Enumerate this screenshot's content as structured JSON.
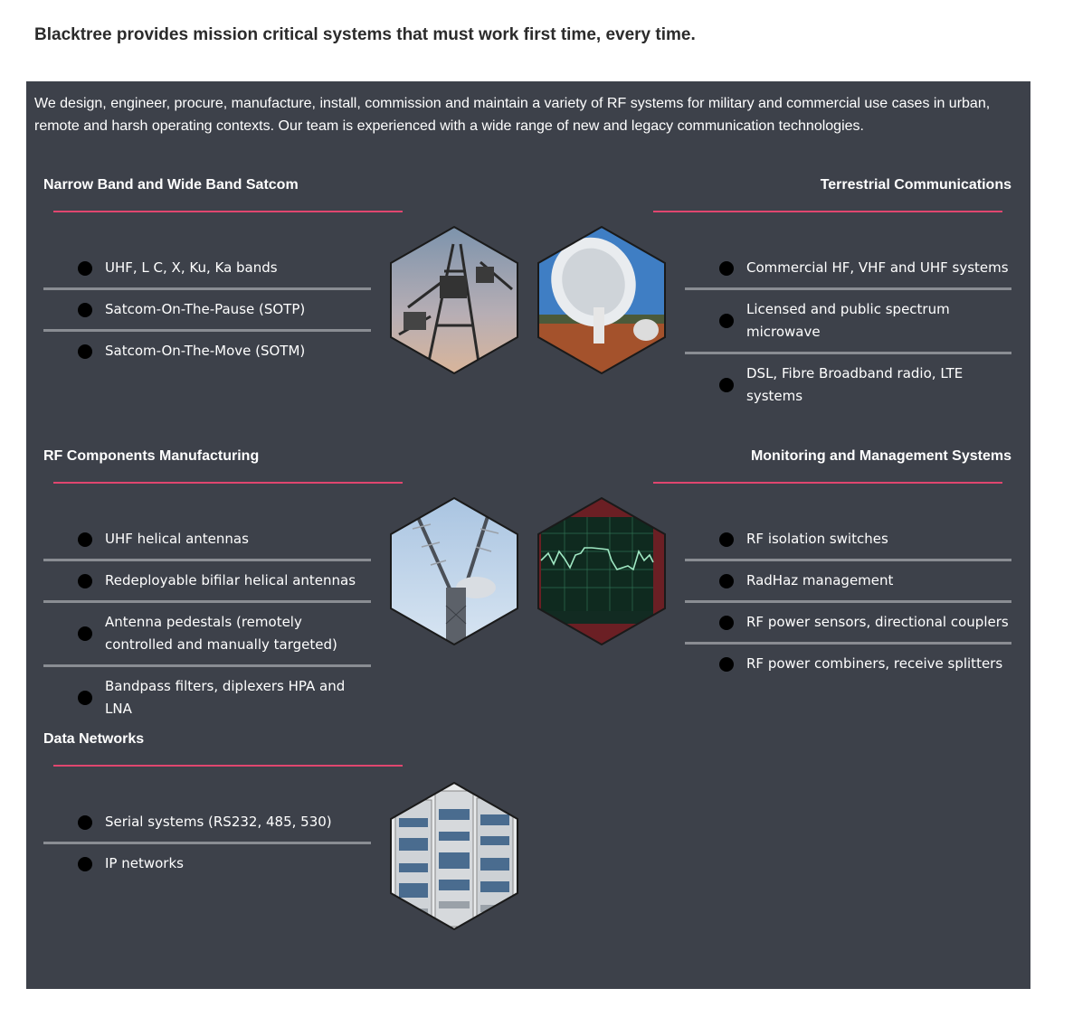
{
  "heading": "Blacktree provides mission critical systems that must work first time, every time.",
  "intro": "We design, engineer, procure, manufacture, install, commission and maintain a variety of RF systems for military and commercial use cases in urban, remote and harsh operating contexts. Our team is experienced with a wide range of new and legacy communication technologies.",
  "colors": {
    "panel": "#3d414a",
    "accent": "#e0466f",
    "divider": "#8a8d93"
  },
  "sections": {
    "satcom": {
      "title": "Narrow Band and Wide Band Satcom",
      "items": [
        "UHF, L C, X, Ku, Ka bands",
        "Satcom-On-The-Pause (SOTP)",
        "Satcom-On-The-Move (SOTM)"
      ],
      "image": "antenna-tower-photo"
    },
    "terrestrial": {
      "title": "Terrestrial Communications",
      "items": [
        "Commercial HF, VHF and UHF systems",
        "Licensed and public spectrum microwave",
        "DSL, Fibre Broadband radio, LTE systems"
      ],
      "image": "satellite-dish-photo"
    },
    "rf": {
      "title": "RF Components Manufacturing",
      "items": [
        "UHF helical antennas",
        "Redeployable bifilar helical antennas",
        "Antenna pedestals (remotely controlled and manually targeted)",
        "Bandpass filters, diplexers HPA and LNA"
      ],
      "image": "helical-antenna-photo"
    },
    "monitoring": {
      "title": "Monitoring and Management Systems",
      "items": [
        "RF isolation switches",
        "RadHaz management",
        "RF power sensors, directional couplers",
        "RF power combiners, receive splitters"
      ],
      "image": "spectrum-analyzer-photo"
    },
    "data": {
      "title": "Data Networks",
      "items": [
        "Serial systems (RS232, 485, 530)",
        "IP networks"
      ],
      "image": "equipment-rack-photo"
    }
  }
}
